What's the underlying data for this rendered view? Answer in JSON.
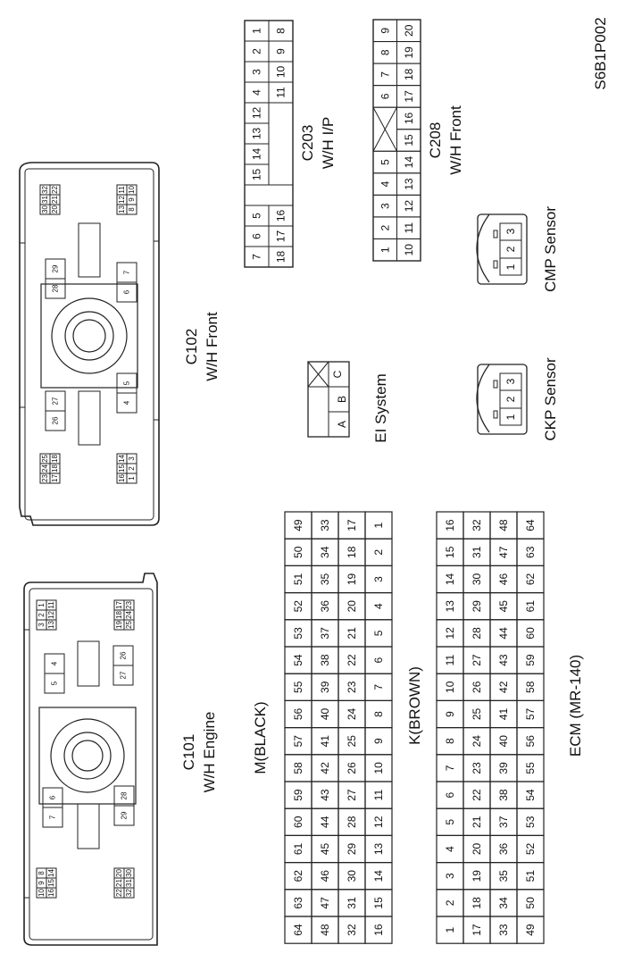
{
  "figure_code": "S6B1P002",
  "c101": {
    "name": "C101",
    "subtitle": "W/H Engine",
    "groups": [
      [
        "10",
        "9",
        "8",
        "16",
        "15",
        "14"
      ],
      [
        "7",
        "6"
      ],
      [
        "22",
        "21",
        "20",
        "32",
        "31",
        "30"
      ],
      [
        "29",
        "28"
      ],
      [
        "5",
        "4"
      ],
      [
        "27",
        "26"
      ],
      [
        "3",
        "2",
        "1",
        "13",
        "12",
        "11"
      ],
      [
        "19",
        "18",
        "17",
        "25",
        "24",
        "23"
      ]
    ]
  },
  "c102": {
    "name": "C102",
    "subtitle": "W/H Front",
    "groups": [
      [
        "16",
        "15",
        "14",
        "1",
        "2",
        "3"
      ],
      [
        "23",
        "24",
        "25",
        "17",
        "18",
        "18"
      ],
      [
        "4",
        "5"
      ],
      [
        "26",
        "27"
      ],
      [
        "6",
        "7"
      ],
      [
        "28",
        "29"
      ],
      [
        "13",
        "12",
        "11",
        "8",
        "9",
        "10"
      ],
      [
        "30",
        "31",
        "32",
        "20",
        "21",
        "22"
      ]
    ]
  },
  "c203": {
    "name": "C203",
    "subtitle": "W/H I/P",
    "row_top": [
      "7",
      "6",
      "5",
      "",
      "15",
      "14",
      "13",
      "12",
      "4",
      "3",
      "2",
      "1"
    ],
    "row_bottom": [
      "18",
      "17",
      "16",
      "",
      "",
      "",
      "",
      "",
      "11",
      "10",
      "9",
      "8"
    ]
  },
  "c208": {
    "name": "C208",
    "subtitle": "W/H Front",
    "row_top": [
      "1",
      "2",
      "3",
      "4",
      "5",
      "",
      "6",
      "7",
      "8",
      "9"
    ],
    "row_bottom": [
      "10",
      "11",
      "12",
      "13",
      "14",
      "15",
      "16",
      "17",
      "18",
      "19",
      "20"
    ]
  },
  "ei": {
    "label": "EI System",
    "pins": [
      "A",
      "B",
      "C"
    ]
  },
  "ckp": {
    "label": "CKP Sensor",
    "pins": [
      "1",
      "2",
      "3"
    ]
  },
  "cmp": {
    "label": "CMP Sensor",
    "pins": [
      "1",
      "2",
      "3"
    ]
  },
  "ecm": {
    "m_label": "M(BLACK)",
    "k_label": "K(BROWN)",
    "title": "ECM (MR-140)",
    "m_rows": [
      [
        "64",
        "63",
        "62",
        "61",
        "60",
        "59",
        "58",
        "57",
        "56",
        "55",
        "54",
        "53",
        "52",
        "51",
        "50",
        "49"
      ],
      [
        "48",
        "47",
        "46",
        "45",
        "44",
        "43",
        "42",
        "41",
        "40",
        "39",
        "38",
        "37",
        "36",
        "35",
        "34",
        "33"
      ],
      [
        "32",
        "31",
        "30",
        "29",
        "28",
        "27",
        "26",
        "25",
        "24",
        "23",
        "22",
        "21",
        "20",
        "19",
        "18",
        "17"
      ],
      [
        "16",
        "15",
        "14",
        "13",
        "12",
        "11",
        "10",
        "9",
        "8",
        "7",
        "6",
        "5",
        "4",
        "3",
        "2",
        "1"
      ]
    ],
    "k_rows": [
      [
        "1",
        "2",
        "3",
        "4",
        "5",
        "6",
        "7",
        "8",
        "9",
        "10",
        "11",
        "12",
        "13",
        "14",
        "15",
        "16"
      ],
      [
        "17",
        "18",
        "19",
        "20",
        "21",
        "22",
        "23",
        "24",
        "25",
        "26",
        "27",
        "28",
        "29",
        "30",
        "31",
        "32"
      ],
      [
        "33",
        "34",
        "35",
        "36",
        "37",
        "38",
        "39",
        "40",
        "41",
        "42",
        "43",
        "44",
        "45",
        "46",
        "47",
        "48"
      ],
      [
        "49",
        "50",
        "51",
        "52",
        "53",
        "54",
        "55",
        "56",
        "57",
        "58",
        "59",
        "60",
        "61",
        "62",
        "63",
        "64"
      ]
    ]
  }
}
